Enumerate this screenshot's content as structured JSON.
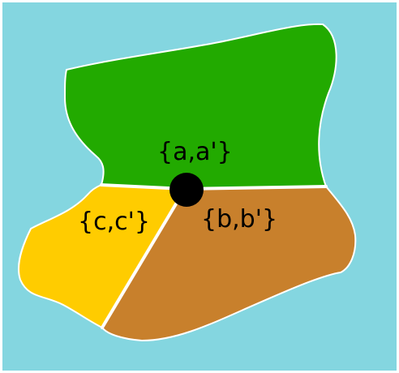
{
  "colors": {
    "background": "#84d6e0",
    "frame": "#ffffff",
    "region_a": "#22aa00",
    "region_b": "#c8802c",
    "region_c": "#ffcc00",
    "point": "#000000"
  },
  "regions": {
    "a": {
      "label": "{a,a'}"
    },
    "b": {
      "label": "{b,b'}"
    },
    "c": {
      "label": "{c,c'}"
    }
  }
}
